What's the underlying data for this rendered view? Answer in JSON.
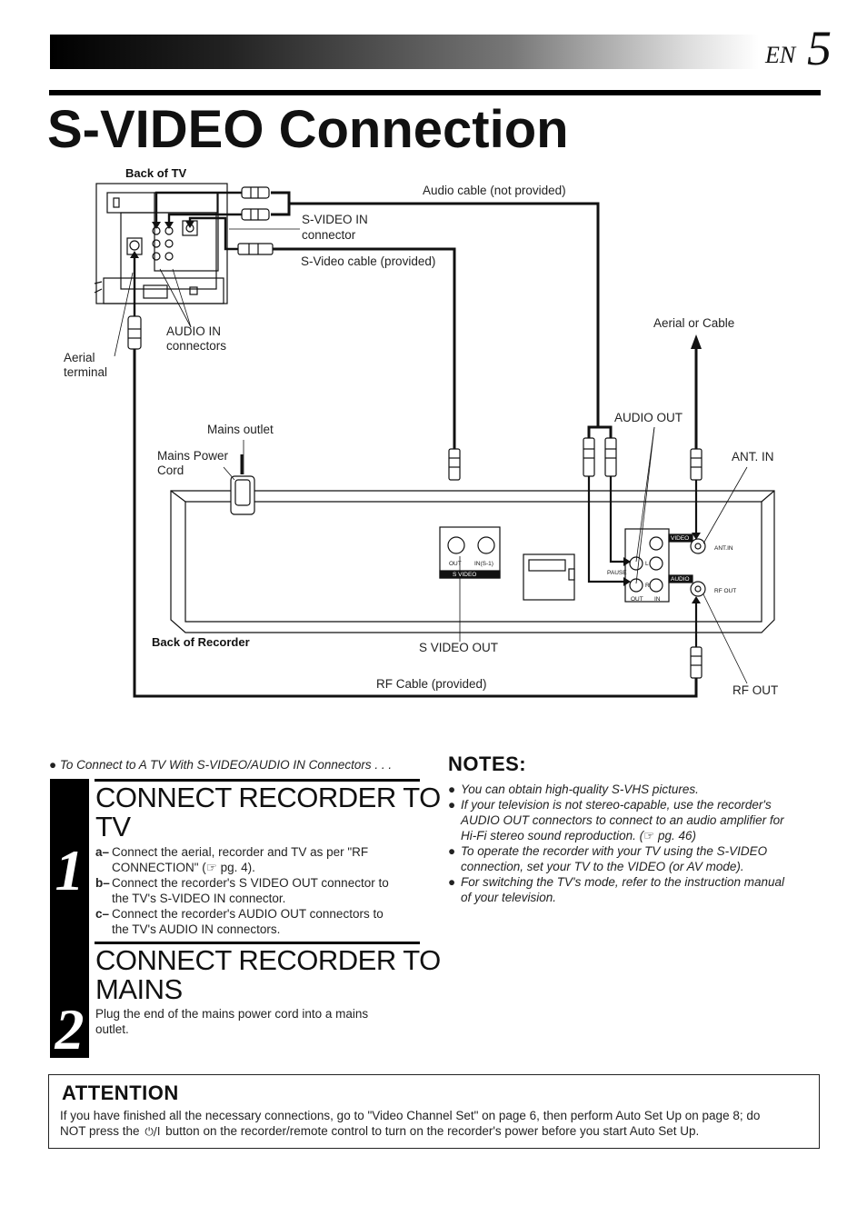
{
  "header": {
    "lang": "EN",
    "page_number": "5"
  },
  "title": "S-VIDEO Connection",
  "diagram": {
    "back_of_tv": "Back of TV",
    "audio_cable": "Audio cable (not provided)",
    "svideo_in_1": "S-VIDEO IN",
    "svideo_in_2": "connector",
    "svideo_cable": "S-Video cable (provided)",
    "audio_in_1": "AUDIO IN",
    "audio_in_2": "connectors",
    "aerial_terminal_1": "Aerial",
    "aerial_terminal_2": "terminal",
    "aerial_or_cable": "Aerial or Cable",
    "mains_outlet": "Mains outlet",
    "mains_cord_1": "Mains Power",
    "mains_cord_2": "Cord",
    "audio_out": "AUDIO OUT",
    "ant_in": "ANT. IN",
    "back_of_recorder": "Back of Recorder",
    "s_video_out": "S VIDEO OUT",
    "rf_cable": "RF Cable (provided)",
    "rf_out": "RF OUT",
    "panel_out": "OUT",
    "panel_in_s1": "IN(S-1)",
    "panel_s_video": "S   VIDEO",
    "panel_video": "VIDEO",
    "panel_audio": "AUDIO",
    "panel_ant_in": "ANT.IN",
    "panel_rf_out": "RF OUT",
    "panel_l": "L",
    "panel_r": "R",
    "panel_pause": "PAUSE",
    "panel_out2": "OUT",
    "panel_in2": "IN"
  },
  "intro": "To Connect to A TV With S-VIDEO/AUDIO IN Connectors . . .",
  "steps": [
    {
      "number": "1",
      "heading_1": "CONNECT RECORDER TO",
      "heading_2": "TV",
      "items": [
        {
          "key": "a–",
          "text_1": "Connect the aerial, recorder and TV as per \"RF",
          "text_2": "CONNECTION\" (☞ pg. 4)."
        },
        {
          "key": "b–",
          "text_1": "Connect the recorder's S VIDEO OUT connector to",
          "text_2": "the TV's S-VIDEO IN connector."
        },
        {
          "key": "c–",
          "text_1": "Connect the recorder's AUDIO OUT connectors to",
          "text_2": "the TV's AUDIO IN connectors."
        }
      ]
    },
    {
      "number": "2",
      "heading_1": "CONNECT RECORDER TO",
      "heading_2": "MAINS",
      "body_1": "Plug the end of the mains power cord into a mains",
      "body_2": "outlet."
    }
  ],
  "notes": {
    "title": "NOTES:",
    "items": [
      [
        "You can obtain high-quality S-VHS pictures."
      ],
      [
        "If your television is not stereo-capable, use the recorder's",
        "AUDIO OUT connectors to connect to an audio amplifier for",
        "Hi-Fi stereo sound reproduction. (☞ pg. 46)"
      ],
      [
        "To operate the recorder with your TV using the S-VIDEO",
        "connection, set your TV to the VIDEO (or AV mode)."
      ],
      [
        "For switching the TV's mode, refer to the instruction manual",
        "of your television."
      ]
    ]
  },
  "attention": {
    "title": "ATTENTION",
    "line_1": "If you have finished all the necessary connections, go to \"Video Channel Set\" on page 6, then perform Auto Set Up on page 8; do",
    "line_2_a": "NOT press the",
    "power_symbol": "⏻/I",
    "line_2_b": "button on the recorder/remote control to turn on the recorder's power before you start Auto Set Up."
  }
}
